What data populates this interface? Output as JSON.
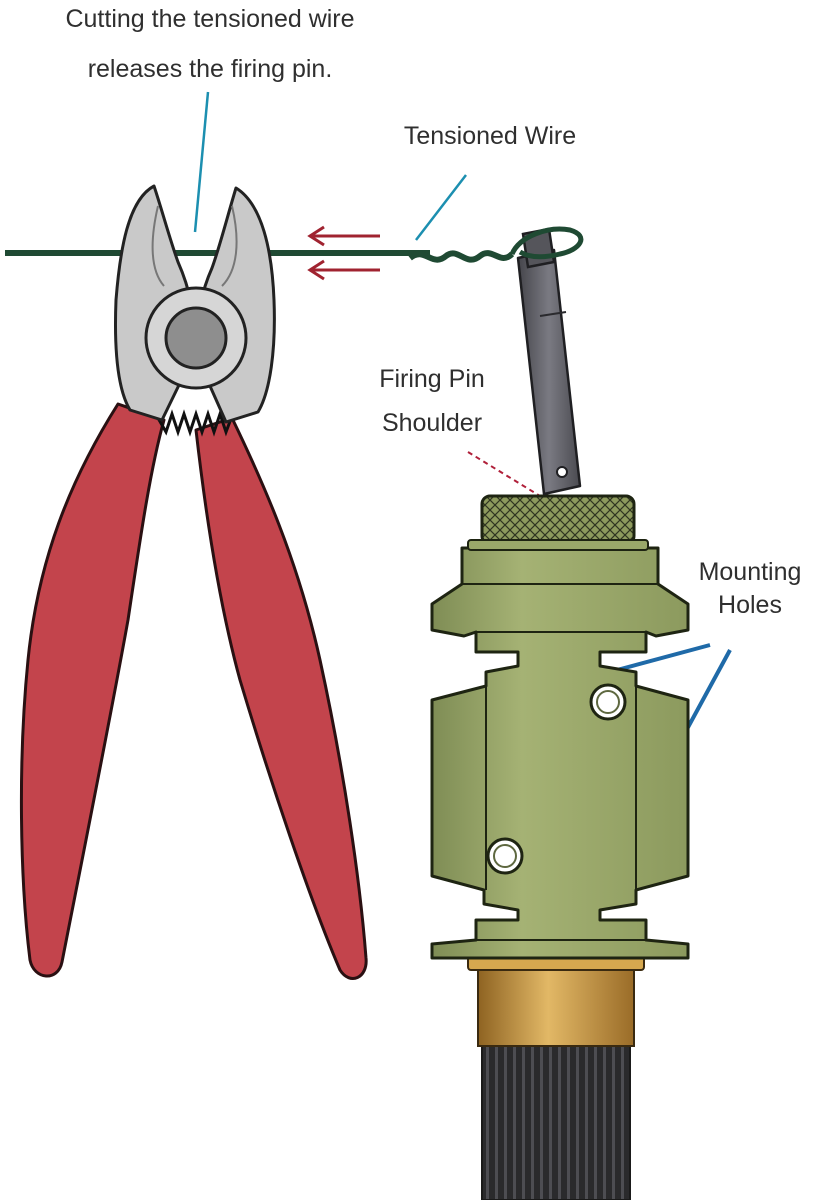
{
  "labels": {
    "cutting_line1": "Cutting the tensioned wire",
    "cutting_line2": "releases the firing pin.",
    "tensioned_wire": "Tensioned Wire",
    "firing_pin_line1": "Firing Pin",
    "firing_pin_line2": "Shoulder",
    "mounting_line1": "Mounting",
    "mounting_line2": "Holes"
  },
  "colors": {
    "wire": "#1f4a33",
    "arrow": "#a02330",
    "leader_line": "#1c8fb0",
    "shoulder_leader": "#b0203a",
    "pliers_handle": "#c3444c",
    "pliers_metal": "#c9c9c9",
    "body_green": "#9aa86a",
    "brass": "#c8963c",
    "firing_pin": "#606066"
  },
  "icons": [
    "wire-cutter-pliers-icon",
    "pull-firing-device-icon",
    "tension-arrow-icon"
  ]
}
